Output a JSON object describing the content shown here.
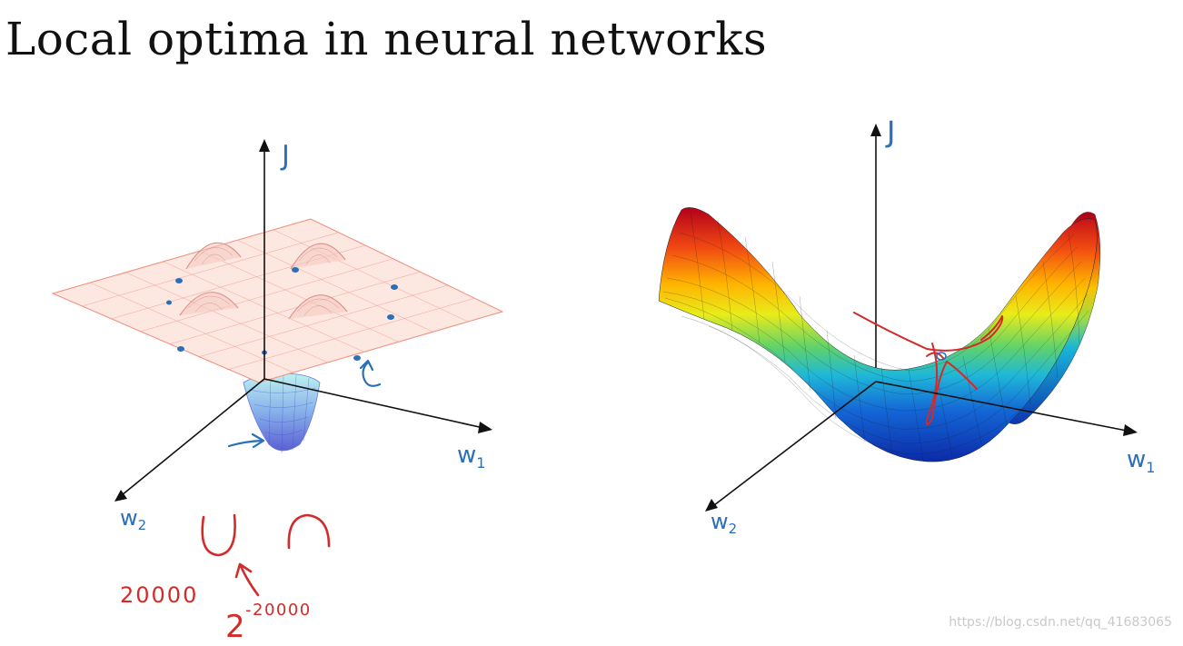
{
  "slide": {
    "title": "Local optima in neural networks"
  },
  "left_plot": {
    "axis_j": "J",
    "axis_w1": "w",
    "axis_w1_sub": "1",
    "axis_w2": "w",
    "axis_w2_sub": "2"
  },
  "right_plot": {
    "axis_j": "J",
    "axis_w1": "w",
    "axis_w1_sub": "1",
    "axis_w2": "w",
    "axis_w2_sub": "2"
  },
  "annotations": {
    "dimensions": "20000",
    "probability_base": "2",
    "probability_exponent": "-20000"
  },
  "watermark": "https://blog.csdn.net/qq_41683065",
  "colors": {
    "ink_blue": "#2a6fb8",
    "ink_red": "#d12b2b",
    "mesh_salmon": "#f08a78",
    "surface_top": "#b3001b",
    "surface_bottom": "#0b2aa8"
  }
}
